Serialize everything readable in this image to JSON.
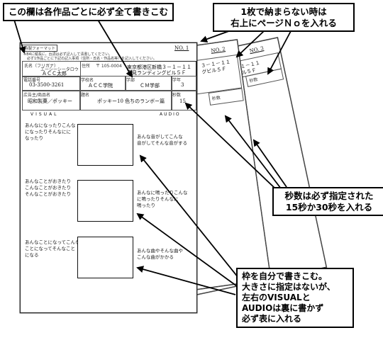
{
  "callouts": {
    "top_left": "この欄は各作品ごとに必ず全て書きこむ",
    "top_right_line1": "1枚で納まらない時は",
    "top_right_line2": "右上にページＮｏを入れる",
    "right_mid_line1": "秒数は必ず指定された",
    "right_mid_line2": "15秒か30秒を入れる",
    "bottom_right_line1": "枠を自分で書きこむ。",
    "bottom_right_line2": "大きさに指定はないが、",
    "bottom_right_line3": "左右のVISUALと",
    "bottom_right_line4": "AUDIOは裏に書かず",
    "bottom_right_line5": "必ず表に入れる"
  },
  "sheet_front": {
    "tab_label": "特製フォーマット",
    "page_no": "NO. 1",
    "note1": "※B4に縦長に，台詞は必ず記入して清書してください。",
    "note2": "　必ず1作品ごとに下記の記入事項（住所・氏名・作品名等）を記入してください。",
    "name_label": "氏名（フリガナ）",
    "name_kana": "エーシーシータロウ",
    "name_value": "ＡＣＣ太郎",
    "address_label": "住所",
    "postal": "〒 105-0004",
    "address1": "東京都港区新橋３－１－１１",
    "address2": "高見ランディングビル５Ｆ",
    "phone_label": "電話番号",
    "phone": "03-3500-3261",
    "school_label": "学校名",
    "school": "ＡＣＣ学院",
    "dept_label": "学部",
    "dept": "ＣＭ学部",
    "grade_label": "学年",
    "grade": "3",
    "company_label": "広告主/商品名",
    "company": "昭和製菓／ポッキー",
    "title_label": "題名",
    "title": "ポッキー10 色ちのランボー篇",
    "seconds_label": "秒数",
    "seconds": "15",
    "visual_label": "VISUAL",
    "audio_label": "AUDIO",
    "visual1": [
      "あんなになったりこんな",
      "になったりそんなにに",
      "なったり"
    ],
    "audio1": [
      "あんな音がしてこんな",
      "音がしてそんな音がする"
    ],
    "visual2": [
      "あんなことがおきたり",
      "こんなことがおきたり",
      "そんなことがおきたり"
    ],
    "audio2": [
      "あんなに鳴ったりこんな",
      "に鳴ったりそんなに",
      "鳴ったり"
    ],
    "visual3": [
      "あんなことになってこんな",
      "ことになってそんなこと",
      "になる"
    ],
    "audio3": [
      "あんな曲やそんな曲や",
      "こんな曲がかかる"
    ]
  },
  "sheet_back1": {
    "page_no": "NO. 2",
    "address1": "３－１－１１",
    "address2": "グビル５Ｆ",
    "seconds_label": "秒数"
  },
  "sheet_back2": {
    "page_no": "NO. 3",
    "address1": "３－１－１１",
    "address2": "グビル５Ｆ",
    "seconds_label": "秒数"
  }
}
